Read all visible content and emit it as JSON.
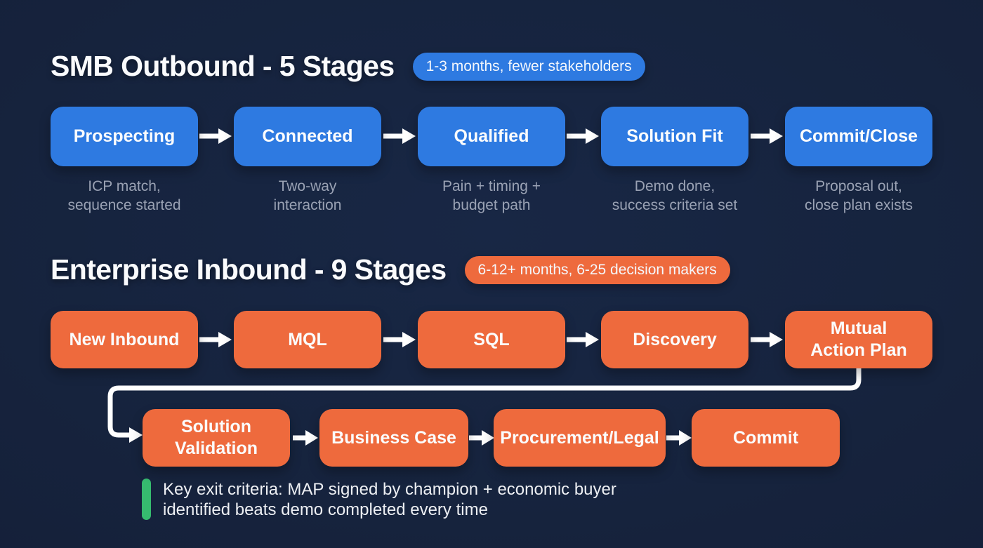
{
  "smb": {
    "title": "SMB Outbound - 5 Stages",
    "badge": "1-3 months, fewer stakeholders",
    "stages": [
      {
        "label": "Prospecting",
        "desc": "ICP match,\nsequence started"
      },
      {
        "label": "Connected",
        "desc": "Two-way\ninteraction"
      },
      {
        "label": "Qualified",
        "desc": "Pain + timing +\nbudget path"
      },
      {
        "label": "Solution Fit",
        "desc": "Demo done,\nsuccess criteria set"
      },
      {
        "label": "Commit/Close",
        "desc": "Proposal out,\nclose plan exists"
      }
    ]
  },
  "enterprise": {
    "title": "Enterprise Inbound - 9 Stages",
    "badge": "6-12+ months, 6-25 decision makers",
    "row1": [
      {
        "label": "New Inbound"
      },
      {
        "label": "MQL"
      },
      {
        "label": "SQL"
      },
      {
        "label": "Discovery"
      },
      {
        "label": "Mutual\nAction Plan"
      }
    ],
    "row2": [
      {
        "label": "Solution\nValidation"
      },
      {
        "label": "Business Case"
      },
      {
        "label": "Procurement/Legal"
      },
      {
        "label": "Commit"
      }
    ],
    "note": "Key exit criteria: MAP signed by champion + economic buyer\nidentified beats demo completed every time"
  },
  "colors": {
    "background": "#16233D",
    "smb_accent": "#2E7AE1",
    "enterprise_accent": "#EE6A3D",
    "description_text": "#9AA2B4",
    "note_accent": "#36BB6F",
    "arrow": "#FFFFFF",
    "title_text": "#FAFBFD"
  }
}
